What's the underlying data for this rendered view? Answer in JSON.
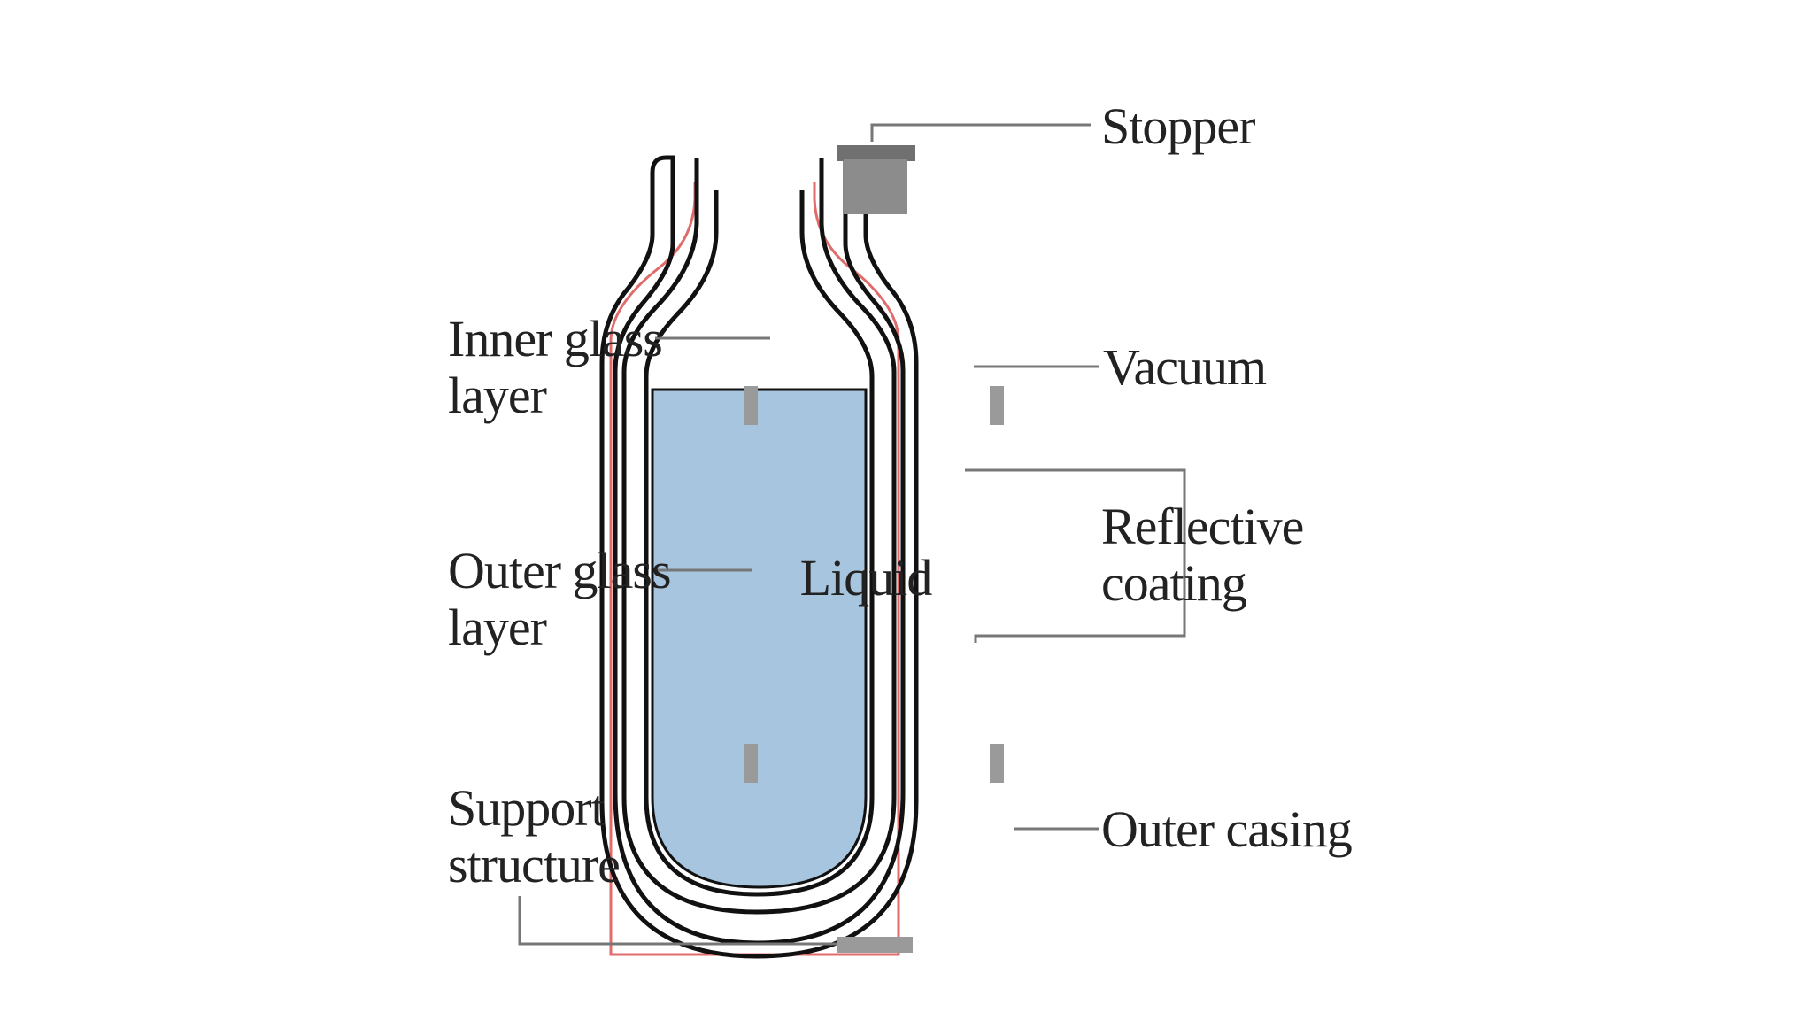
{
  "diagram": {
    "labels": {
      "stopper": "Stopper",
      "inner_glass_line1": "Inner glass",
      "inner_glass_line2": "layer",
      "vacuum": "Vacuum",
      "reflective_line1": "Reflective",
      "reflective_line2": "coating",
      "outer_glass_line1": "Outer glass",
      "outer_glass_line2": "layer",
      "liquid": "Liquid",
      "support_line1": "Support",
      "support_line2": "structure",
      "outer_casing": "Outer casing"
    },
    "colors": {
      "liquid": "#a7c5df",
      "outer_casing": "#e06b6b",
      "stopper": "#8c8c8c",
      "support_block": "#9a9a9a",
      "glass": "#111111",
      "leader_line": "#777777",
      "text": "#222222"
    }
  }
}
